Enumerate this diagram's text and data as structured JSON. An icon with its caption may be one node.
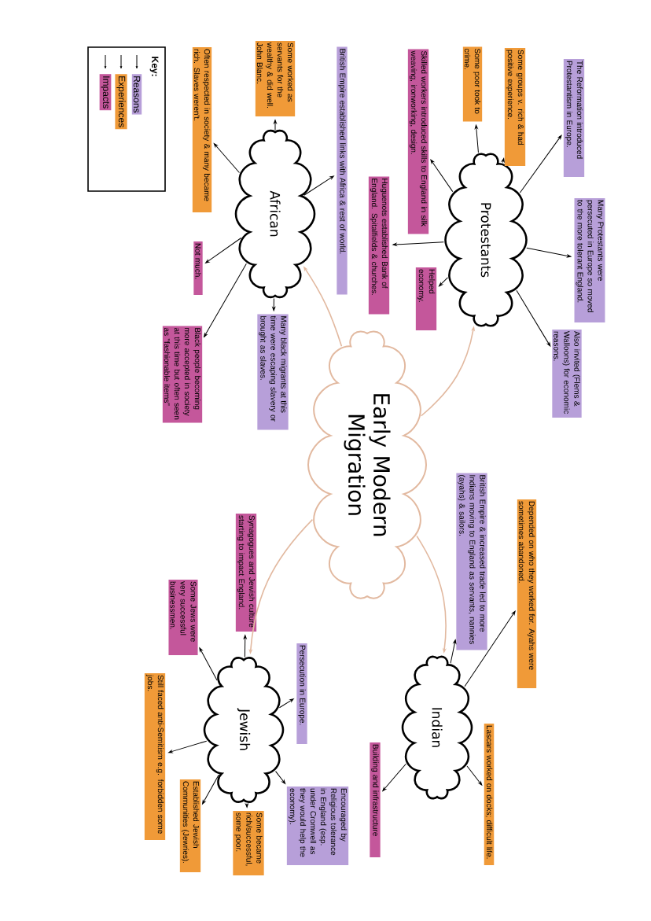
{
  "diagram": {
    "nodes": [
      {
        "text": [
          "Early Modern Migration"
        ]
      },
      {
        "text": [
          "Protestants"
        ]
      },
      {
        "text": [
          "The Reformation introduced Protestantism in Europe."
        ]
      },
      {
        "text": [
          "Some groups v. rich & had positive experience."
        ]
      },
      {
        "text": [
          "Some poor took to crime."
        ]
      },
      {
        "text": [
          "Skilled workers introduced skills to England in silk weaving, ironworking, design."
        ]
      },
      {
        "text": [
          "Many Protestants were persecuted in Europe so moved to the more tolerant England."
        ]
      },
      {
        "text": [
          "Also invited (Flems & Walloons) for economic reasons."
        ]
      },
      {
        "text": [
          "Helped economy."
        ]
      },
      {
        "text": [
          "Huguenots established Bank of England. Spitalfields & churches."
        ]
      },
      {
        "text": [
          "African"
        ]
      },
      {
        "text": [
          "British Empire established links with Africa & rest of world."
        ]
      },
      {
        "text": [
          "Some worked as servants for the wealthy & did well. John Blanc."
        ]
      },
      {
        "text": [
          "Often respected in society & many became rich. Slaves weren't."
        ]
      },
      {
        "text": [
          "Not much."
        ]
      },
      {
        "text": [
          "Many black migrants at this time were escaping slavery or brought as slaves."
        ]
      },
      {
        "text": [
          "Black people becoming more accepted in society at this time but often seen as \"fashionable items\""
        ]
      },
      {
        "text": [
          "Indian"
        ]
      },
      {
        "text": [
          "British Empire & increased trade led to more Indians moving to England as servants, nannies (ayahs) & sailors."
        ]
      },
      {
        "text": [
          "Depended on who they worked for. Ayahs were sometimes abandoned."
        ]
      },
      {
        "text": [
          "Lascars worked on docks; difficult life."
        ]
      },
      {
        "text": [
          "Building and infrastructure"
        ]
      },
      {
        "text": [
          "Jewish"
        ]
      },
      {
        "text": [
          "Synagogues and Jewish culture starting to impact England."
        ]
      },
      {
        "text": [
          "Some Jews were very successful businessmen."
        ]
      },
      {
        "text": [
          "Persecution in Europe."
        ]
      },
      {
        "text": [
          "Still faced anti-Semitism e.g. forbidden some jobs."
        ]
      },
      {
        "text": [
          "Established Jewish Communities (Jewries)."
        ]
      },
      {
        "text": [
          "Some became rich/successful, some poor."
        ]
      },
      {
        "text": [
          "Encouraged by Religious tolerance in England (esp. under Cromwell as they would help the economy)."
        ]
      }
    ],
    "edges": [
      {
        "from": 0,
        "to": 1,
        "arrow": "to",
        "color": "#e2b9a0"
      },
      {
        "from": 0,
        "to": 10,
        "arrow": "to",
        "color": "#e2b9a0"
      },
      {
        "from": 0,
        "to": 17,
        "arrow": "to",
        "color": "#e2b9a0"
      },
      {
        "from": 0,
        "to": 22,
        "arrow": "to",
        "color": "#e2b9a0"
      },
      {
        "from": 1,
        "to": 2,
        "arrow": "to"
      },
      {
        "from": 1,
        "to": 3,
        "arrow": "to"
      },
      {
        "from": 1,
        "to": 4,
        "arrow": "to"
      },
      {
        "from": 1,
        "to": 5,
        "arrow": "to"
      },
      {
        "from": 1,
        "to": 6,
        "arrow": "to"
      },
      {
        "from": 1,
        "to": 7,
        "arrow": "to"
      },
      {
        "from": 1,
        "to": 8,
        "arrow": "to"
      },
      {
        "from": 1,
        "to": 9,
        "arrow": "to"
      },
      {
        "from": 10,
        "to": 11,
        "arrow": "to"
      },
      {
        "from": 10,
        "to": 12,
        "arrow": "to"
      },
      {
        "from": 10,
        "to": 13,
        "arrow": "to"
      },
      {
        "from": 10,
        "to": 14,
        "arrow": "to"
      },
      {
        "from": 10,
        "to": 15,
        "arrow": "to"
      },
      {
        "from": 10,
        "to": 16,
        "arrow": "to"
      },
      {
        "from": 17,
        "to": 18,
        "arrow": "to"
      },
      {
        "from": 17,
        "to": 19,
        "arrow": "to"
      },
      {
        "from": 17,
        "to": 20,
        "arrow": "to"
      },
      {
        "from": 17,
        "to": 21,
        "arrow": "to"
      },
      {
        "from": 22,
        "to": 23,
        "arrow": "to"
      },
      {
        "from": 22,
        "to": 24,
        "arrow": "to"
      },
      {
        "from": 22,
        "to": 25,
        "arrow": "to"
      },
      {
        "from": 22,
        "to": 26,
        "arrow": "to"
      },
      {
        "from": 22,
        "to": 27,
        "arrow": "to"
      },
      {
        "from": 22,
        "to": 28,
        "arrow": "to"
      },
      {
        "from": 22,
        "to": 29,
        "arrow": "to"
      }
    ],
    "labels": [
      "Key:"
    ],
    "legend": [
      {
        "text": "Reasons",
        "color": "#b79fd9"
      },
      {
        "text": "Experiences",
        "color": "#f09a38"
      },
      {
        "text": "Impacts",
        "color": "#c4579b"
      }
    ]
  }
}
